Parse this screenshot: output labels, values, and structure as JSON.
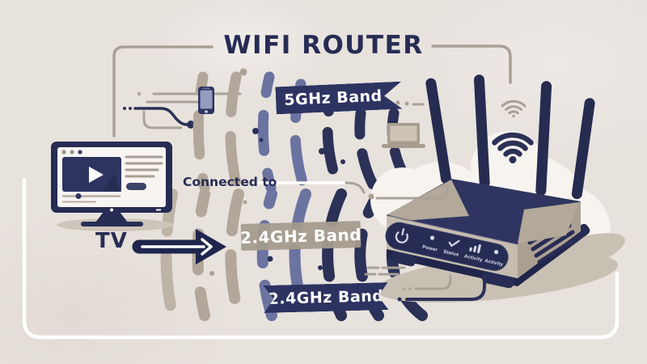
{
  "title": "WIFI ROUTER",
  "banners": {
    "band_5ghz": "5GHz Band",
    "band_24ghz_mid": "2.4GHz Band",
    "band_24ghz_bottom": "2.4GHz Band"
  },
  "labels": {
    "connected_to": "Connected to",
    "tv": "TV"
  },
  "router_panel": {
    "labels": [
      "Power",
      "Status",
      "Activity",
      "Activity"
    ]
  },
  "icons": [
    "tv-icon",
    "play-icon",
    "video-progress-icon",
    "arrow-right-icon",
    "smartphone-icon",
    "laptop-icon",
    "wifi-icon-large",
    "wifi-icon-small",
    "power-icon",
    "status-check-icon",
    "activity-bars-icon",
    "activity-led-icon",
    "router-icon",
    "antenna-icon"
  ],
  "colors": {
    "background": "#e8e2dd",
    "navy": "#272c54",
    "slate": "#6b73a1",
    "taupe": "#b2a79a",
    "banner_taupe": "#a59b8d",
    "ribbon_navy": "#2e3462",
    "white": "#ffffff"
  }
}
